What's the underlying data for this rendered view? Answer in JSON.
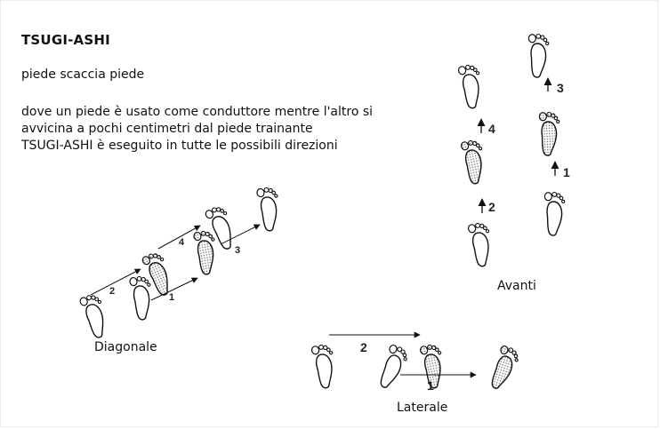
{
  "header": {
    "title": "TSUGI-ASHI",
    "subtitle": "piede scaccia piede",
    "description_lines": [
      "dove un piede è usato come conduttore mentre l'altro si",
      "avvicina a pochi centimetri dal piede trainante",
      "TSUGI-ASHI è eseguito in tutte le possibili direzioni"
    ]
  },
  "diagrams": {
    "diagonale": {
      "caption": "Diagonale",
      "step_labels": [
        "1",
        "2",
        "3",
        "4"
      ]
    },
    "avanti": {
      "caption": "Avanti",
      "step_labels": [
        "1",
        "2",
        "3",
        "4"
      ]
    },
    "laterale": {
      "caption": "Laterale",
      "step_labels": [
        "1",
        "2"
      ]
    }
  }
}
